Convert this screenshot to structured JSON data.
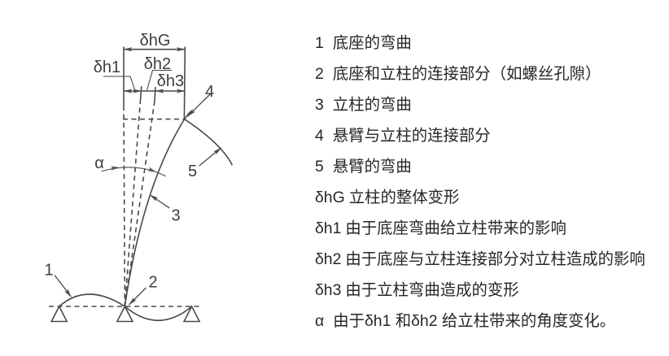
{
  "figure": {
    "background_color": "#ffffff",
    "line_color": "#4a4a4a",
    "text_color": "#262626",
    "diagram": {
      "type": "column-deflection-schematic",
      "dimension_labels": {
        "total": "δhG",
        "d1": "δh1",
        "d2": "δh2",
        "d3": "δh3"
      },
      "angle_label": "α",
      "callouts": {
        "c1": "1",
        "c2": "2",
        "c3": "3",
        "c4": "4",
        "c5": "5"
      }
    },
    "legend": {
      "items": [
        {
          "term": "1",
          "text": "底座的弯曲"
        },
        {
          "term": "2",
          "text": "底座和立柱的连接部分（如螺丝孔隙）"
        },
        {
          "term": "3",
          "text": "立柱的弯曲"
        },
        {
          "term": "4",
          "text": "悬臂与立柱的连接部分"
        },
        {
          "term": "5",
          "text": "悬臂的弯曲"
        },
        {
          "term": "δhG",
          "text": "立柱的整体变形"
        },
        {
          "term": "δh1",
          "text": "由于底座弯曲给立柱带来的影响"
        },
        {
          "term": "δh2",
          "text": "由于底座与立柱连接部分对立柱造成的影响"
        },
        {
          "term": "δh3",
          "text": "由于立柱弯曲造成的变形"
        },
        {
          "term": "α",
          "text": "由于δh1 和δh2 给立柱带来的角度变化。"
        }
      ]
    }
  }
}
